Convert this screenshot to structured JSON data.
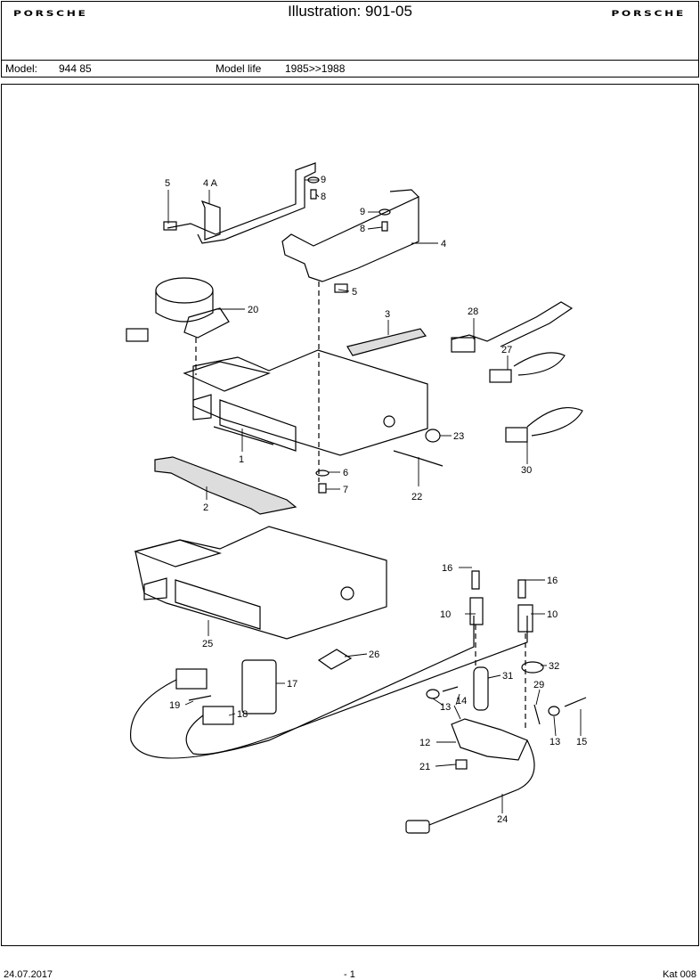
{
  "header": {
    "brand_left": "PORSCHE",
    "brand_right": "PORSCHE",
    "title": "Illustration: 901-05"
  },
  "model_bar": {
    "model_label": "Model:",
    "model_value": "944 85",
    "life_label": "Model life",
    "life_value": "1985>>1988"
  },
  "diagram": {
    "callouts": [
      "5",
      "4 A",
      "9",
      "8",
      "9",
      "8",
      "4",
      "5",
      "20",
      "3",
      "28",
      "27",
      "23",
      "1",
      "6",
      "7",
      "22",
      "30",
      "2",
      "16",
      "16",
      "10",
      "10",
      "25",
      "26",
      "32",
      "31",
      "29",
      "17",
      "14",
      "13",
      "19",
      "18",
      "13",
      "15",
      "12",
      "21",
      "24"
    ]
  },
  "footer": {
    "date": "24.07.2017",
    "page": "- 1",
    "catalog": "Kat 008"
  }
}
